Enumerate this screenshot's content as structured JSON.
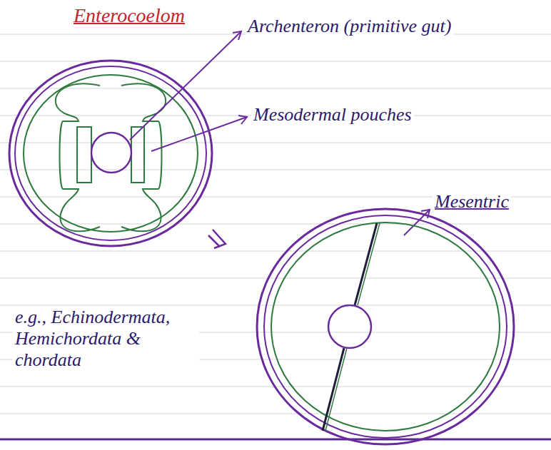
{
  "diagram": {
    "title": "Enterocoelom",
    "labels": [
      "Archenteron (primitive gut)",
      "Mesodermal pouches",
      "Mesentric",
      "e.g., Echinodermata, Hemichordata & chordata"
    ]
  }
}
